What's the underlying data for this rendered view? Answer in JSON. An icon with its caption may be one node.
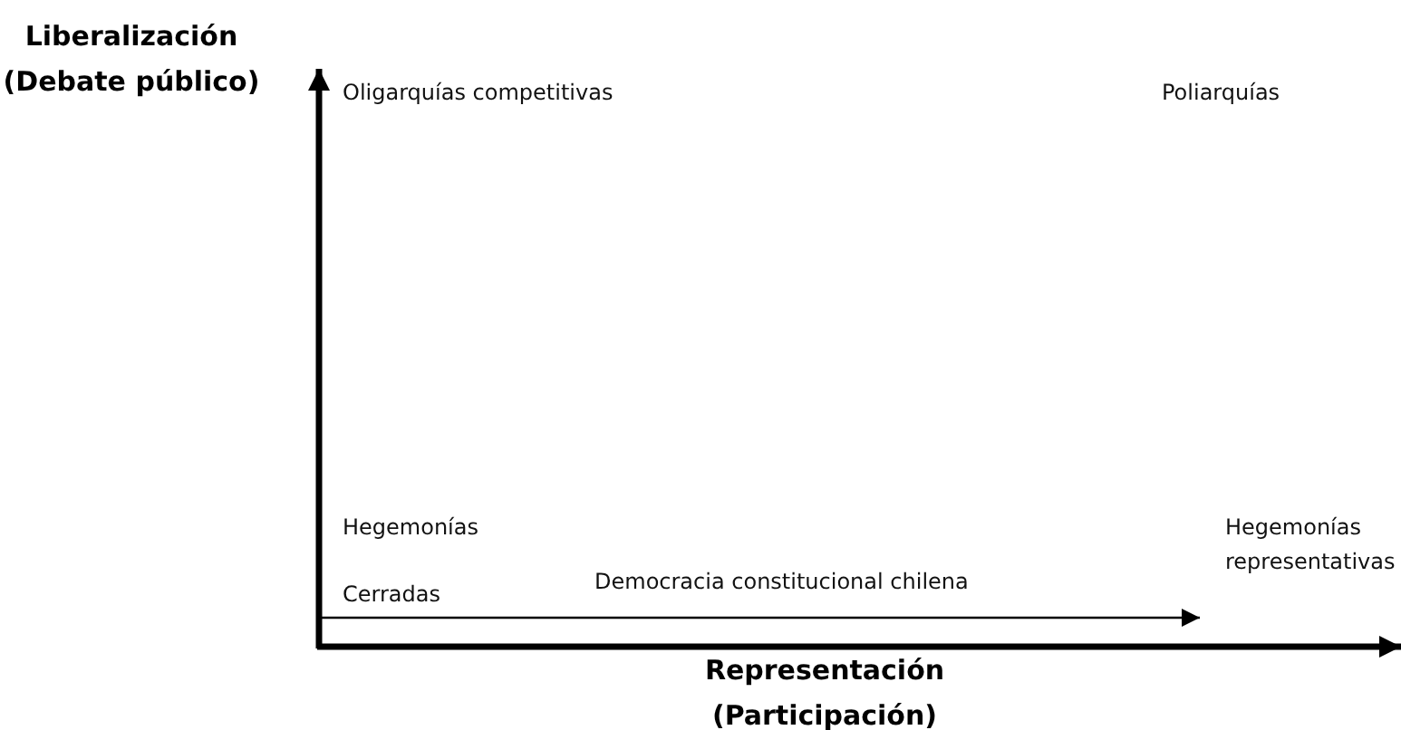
{
  "diagram": {
    "nodes": [
      {
        "text": [
          "Cerradas"
        ]
      },
      {
        "text": [
          "Hegemonías representativas"
        ]
      }
    ],
    "edges": [
      {
        "from": 0,
        "to": 1,
        "arrow": "to",
        "label": "Democracia constitucional chilena"
      }
    ],
    "labels": [
      "Liberalización (Debate público)",
      "Oligarquías competitivas",
      "Poliarquías",
      "Hegemonías",
      "Representación (Participación)"
    ]
  }
}
